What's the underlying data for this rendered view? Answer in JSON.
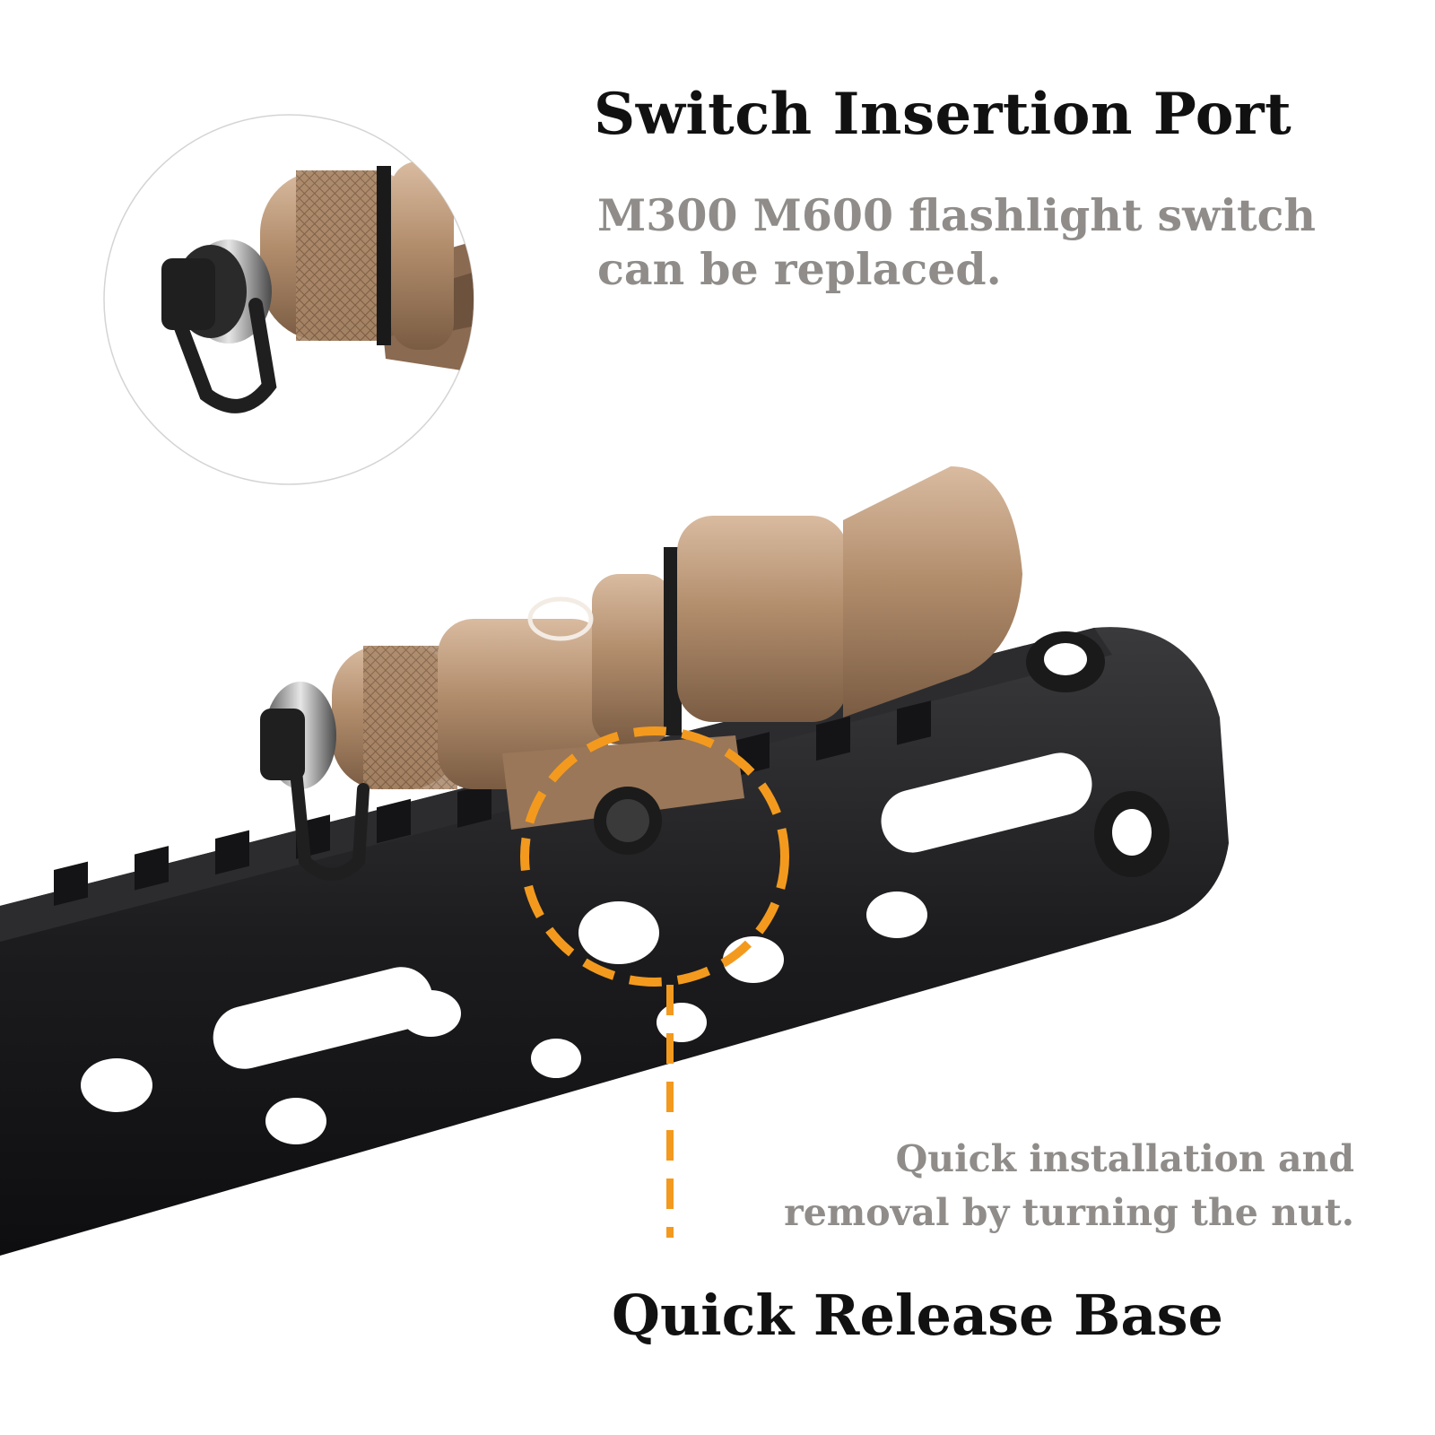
{
  "switch_port": {
    "title": "Switch Insertion Port",
    "description_lines": [
      "M300 M600 flashlight switch",
      "can be replaced."
    ]
  },
  "release_base": {
    "description_lines": [
      "Quick installation and",
      "removal by turning the nut."
    ],
    "title": "Quick Release Base"
  },
  "colors": {
    "title": "#111111",
    "description": "#8f8c8a",
    "accent": "#f39a1e",
    "flashlight_tan": "#b08a6a",
    "rail_black": "#1d1d1f"
  }
}
